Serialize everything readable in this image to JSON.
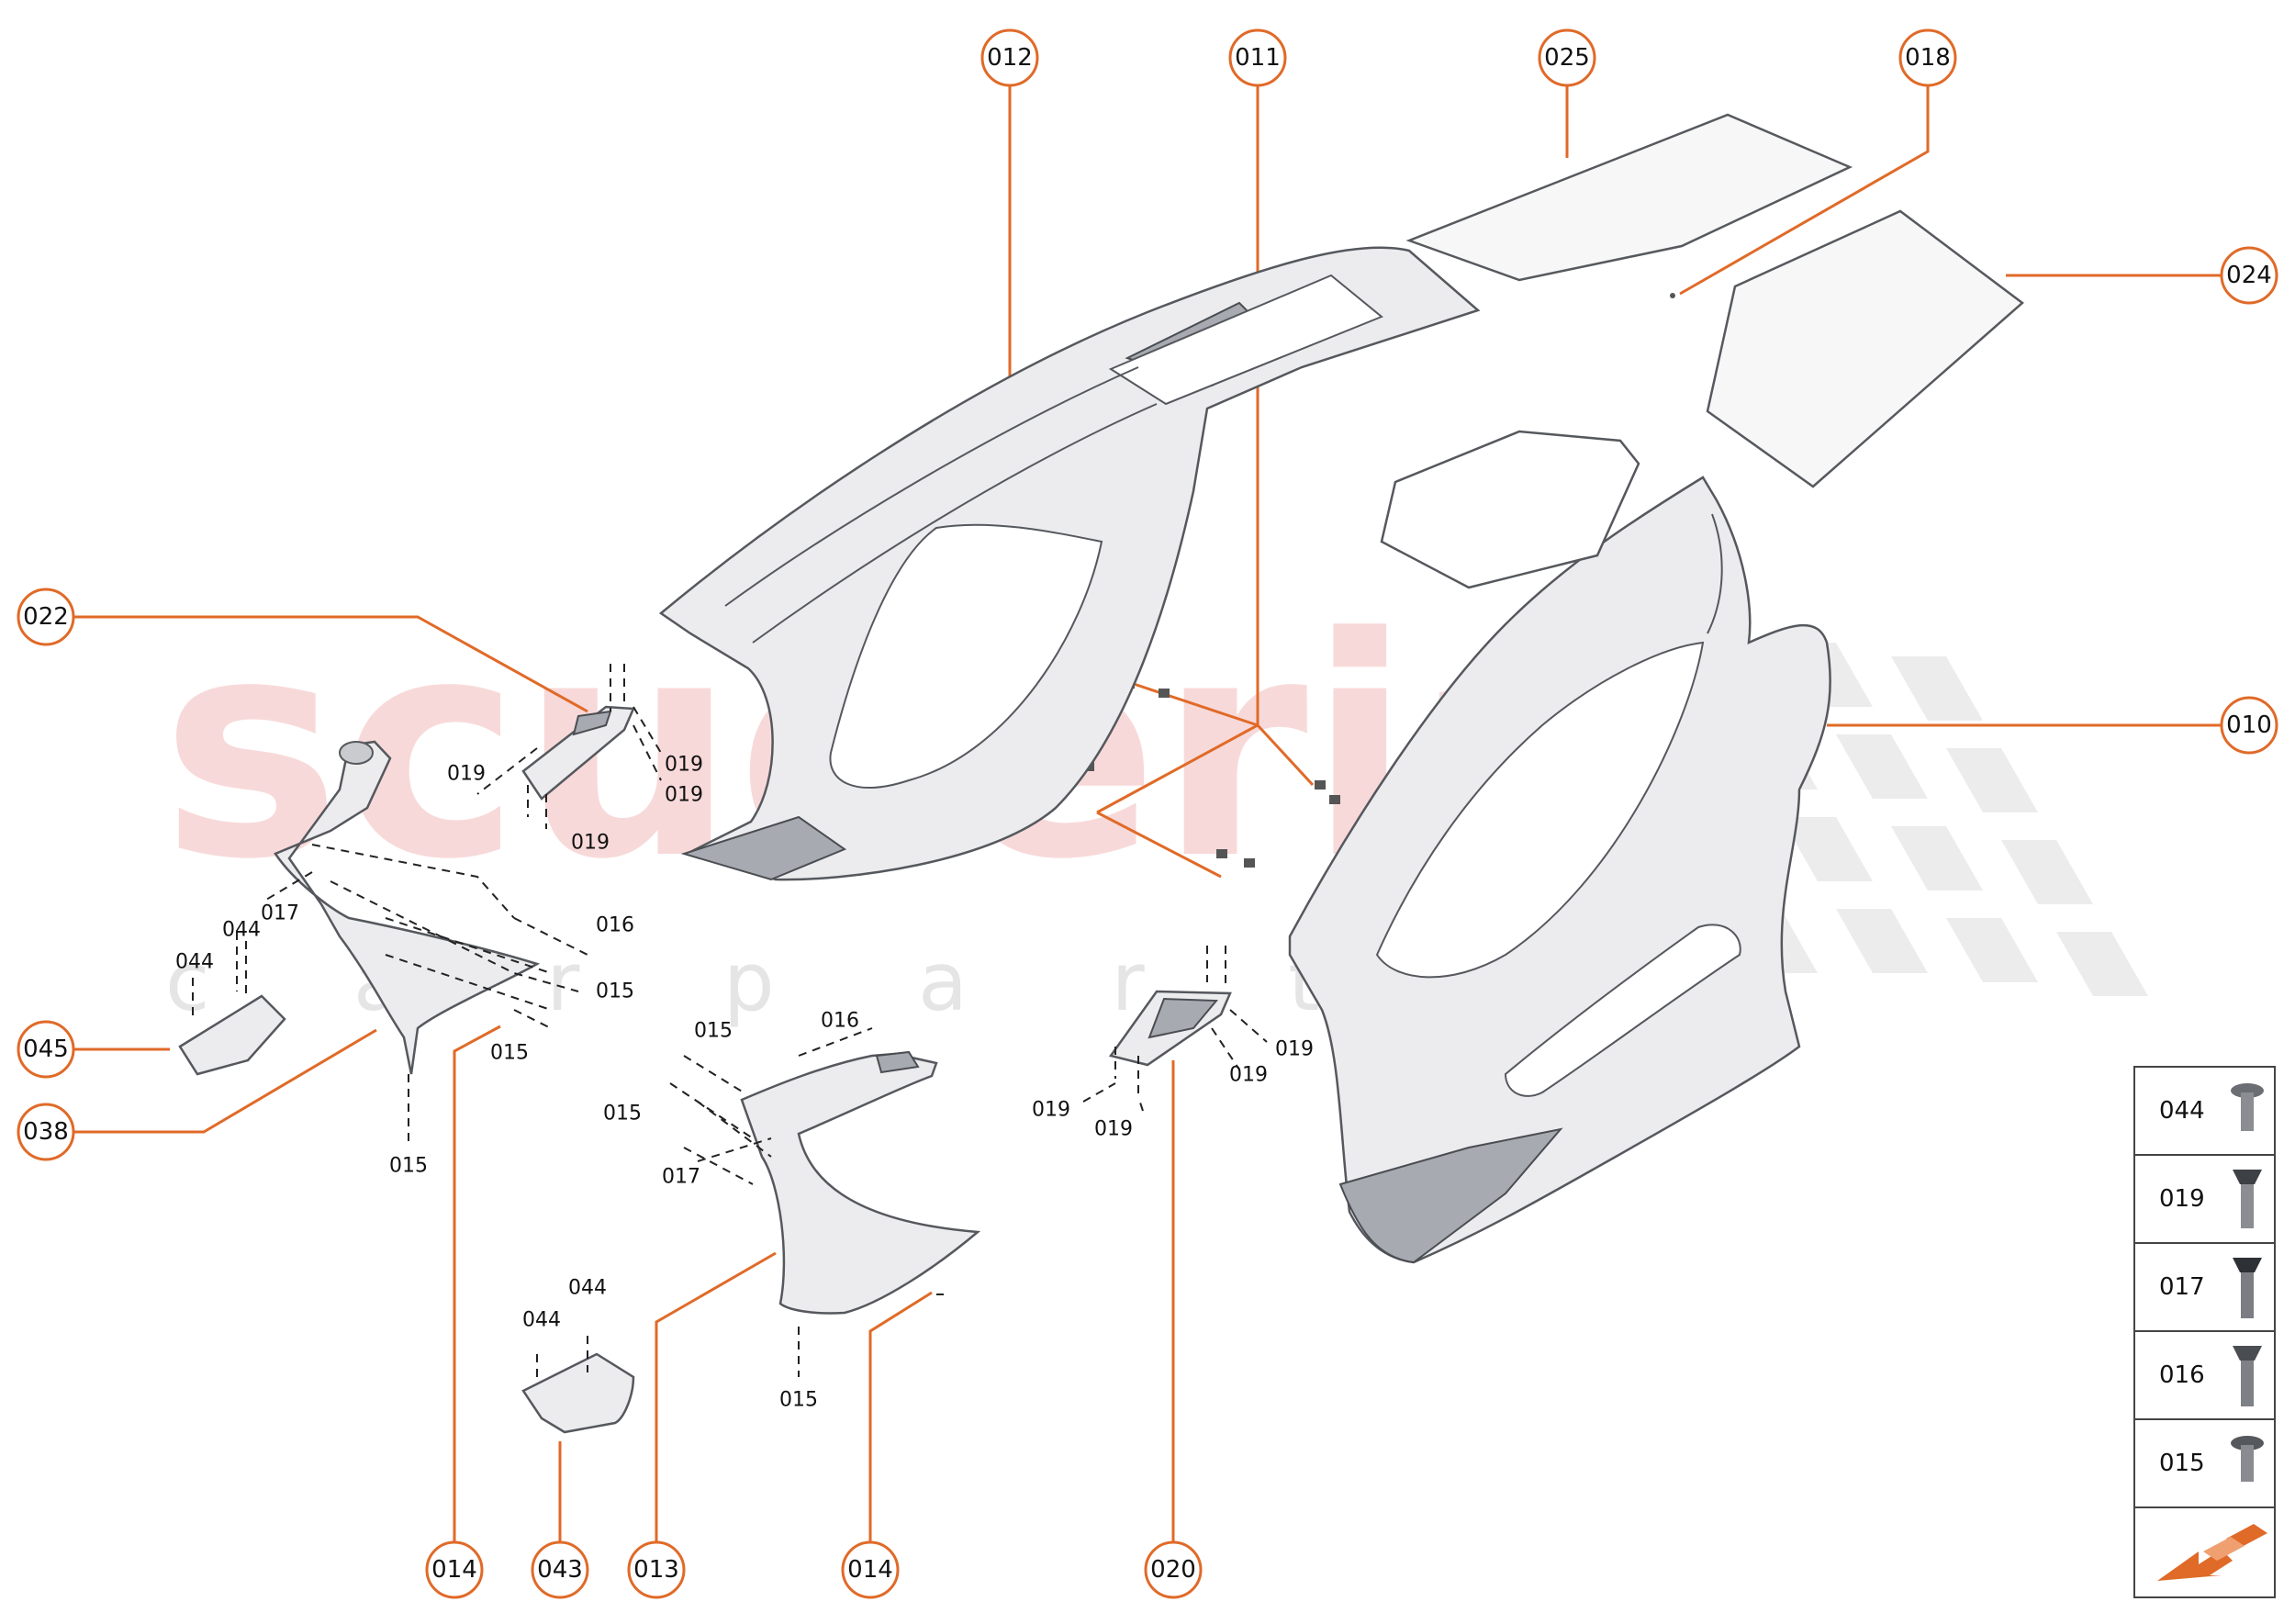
{
  "watermark": {
    "main": "scuderia",
    "sub": "c a r p a r t s"
  },
  "callouts": [
    {
      "id": "c012",
      "label": "012"
    },
    {
      "id": "c011",
      "label": "011"
    },
    {
      "id": "c025",
      "label": "025"
    },
    {
      "id": "c018",
      "label": "018"
    },
    {
      "id": "c024",
      "label": "024"
    },
    {
      "id": "c022",
      "label": "022"
    },
    {
      "id": "c010",
      "label": "010"
    },
    {
      "id": "c045",
      "label": "045"
    },
    {
      "id": "c038",
      "label": "038"
    },
    {
      "id": "c014a",
      "label": "014"
    },
    {
      "id": "c043",
      "label": "043"
    },
    {
      "id": "c013",
      "label": "013"
    },
    {
      "id": "c014b",
      "label": "014"
    },
    {
      "id": "c020",
      "label": "020"
    }
  ],
  "labels": [
    {
      "id": "l1",
      "text": "019"
    },
    {
      "id": "l2",
      "text": "019"
    },
    {
      "id": "l3",
      "text": "019"
    },
    {
      "id": "l4",
      "text": "019"
    },
    {
      "id": "l5",
      "text": "017"
    },
    {
      "id": "l6",
      "text": "044"
    },
    {
      "id": "l7",
      "text": "044"
    },
    {
      "id": "l8",
      "text": "016"
    },
    {
      "id": "l9",
      "text": "015"
    },
    {
      "id": "l10",
      "text": "015"
    },
    {
      "id": "l11",
      "text": "015"
    },
    {
      "id": "l12",
      "text": "015"
    },
    {
      "id": "l13",
      "text": "016"
    },
    {
      "id": "l14",
      "text": "015"
    },
    {
      "id": "l15",
      "text": "017"
    },
    {
      "id": "l16",
      "text": "015"
    },
    {
      "id": "l17",
      "text": "044"
    },
    {
      "id": "l18",
      "text": "044"
    },
    {
      "id": "l19",
      "text": "019"
    },
    {
      "id": "l20",
      "text": "019"
    },
    {
      "id": "l21",
      "text": "019"
    },
    {
      "id": "l22",
      "text": "019"
    }
  ],
  "legend": [
    {
      "code": "044",
      "icon": "screw-icon"
    },
    {
      "code": "019",
      "icon": "screw-icon"
    },
    {
      "code": "017",
      "icon": "screw-icon"
    },
    {
      "code": "016",
      "icon": "screw-icon"
    },
    {
      "code": "015",
      "icon": "screw-icon"
    }
  ],
  "direction_icon": "arrow-front-icon",
  "colors": {
    "accent": "#e06a28",
    "watermark": "#f3b9b9"
  }
}
